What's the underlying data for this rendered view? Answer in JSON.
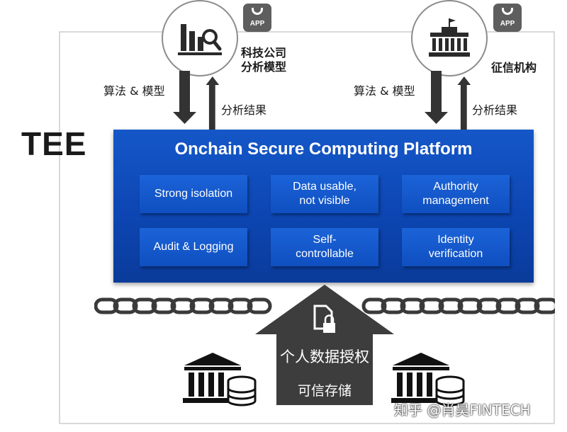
{
  "tee_label": "TEE",
  "left_party": {
    "name_line1": "科技公司",
    "name_line2": "分析模型",
    "icon": "chart-magnifier-icon",
    "app_badge": "APP",
    "down_label": "算法 & 模型",
    "up_label": "分析结果"
  },
  "right_party": {
    "name": "征信机构",
    "icon": "government-building-icon",
    "app_badge": "APP",
    "down_label": "算法 & 模型",
    "up_label": "分析结果"
  },
  "platform": {
    "title": "Onchain Secure Computing Platform",
    "features": [
      "Strong isolation",
      "Data usable,\nnot visible",
      "Authority\nmanagement",
      "Audit & Logging",
      "Self-\ncontrollable",
      "Identity\nverification"
    ]
  },
  "house": {
    "icon": "document-lock-icon",
    "line1": "个人数据授权",
    "line2": "可信存储"
  },
  "bank_icon": "bank-database-icon",
  "watermark": "知乎 @肖昊FINTECH",
  "colors": {
    "platform_blue": "#0d46b3",
    "cell_blue": "#1b63d8",
    "arrow_dark": "#333333",
    "house_dark": "#3d3d3d"
  }
}
